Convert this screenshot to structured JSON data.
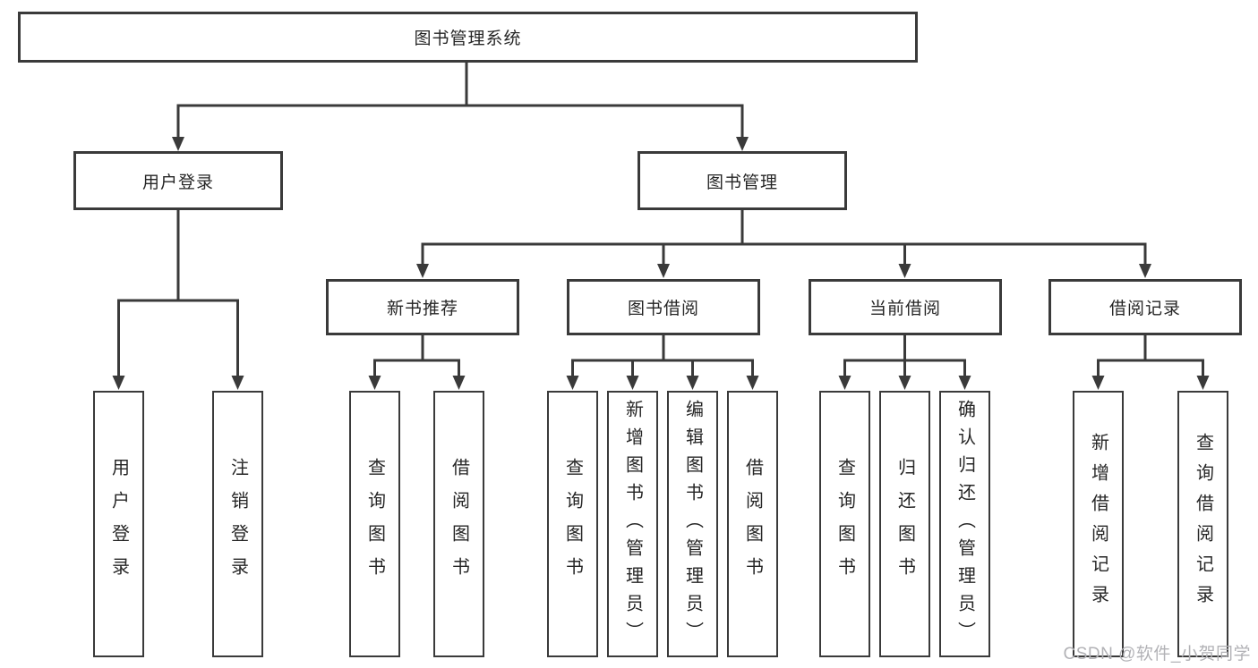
{
  "tree": {
    "root": {
      "label": "图书管理系统",
      "children": [
        {
          "label": "用户登录",
          "children": [
            {
              "label": "用户登录"
            },
            {
              "label": "注销登录"
            }
          ]
        },
        {
          "label": "图书管理",
          "children": [
            {
              "label": "新书推荐",
              "children": [
                {
                  "label": "查询图书"
                },
                {
                  "label": "借阅图书"
                }
              ]
            },
            {
              "label": "图书借阅",
              "children": [
                {
                  "label": "查询图书"
                },
                {
                  "label": "新增图书（管理员）"
                },
                {
                  "label": "编辑图书（管理员）"
                },
                {
                  "label": "借阅图书"
                }
              ]
            },
            {
              "label": "当前借阅",
              "children": [
                {
                  "label": "查询图书"
                },
                {
                  "label": "归还图书"
                },
                {
                  "label": "确认归还（管理员）"
                }
              ]
            },
            {
              "label": "借阅记录",
              "children": [
                {
                  "label": "新增借阅记录"
                },
                {
                  "label": "查询借阅记录"
                }
              ]
            }
          ]
        }
      ]
    }
  },
  "watermark": {
    "text": "CSDN @软件_小贺同学"
  },
  "colors": {
    "line": "#3a3a3a",
    "box_border": "#3a3a3a",
    "text": "#262626",
    "watermark": "#b2b2b6",
    "background": "#ffffff"
  }
}
